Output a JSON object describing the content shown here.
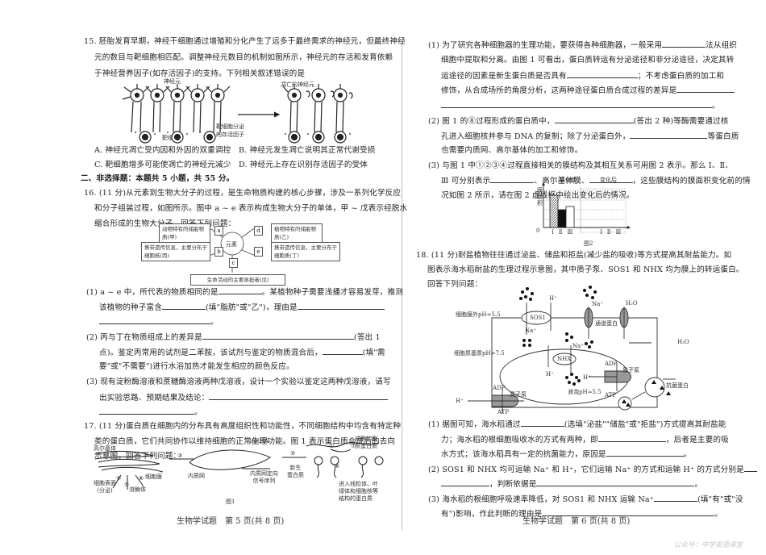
{
  "left_page": {
    "q15": {
      "line1": "15. 胚胎发育早期，神经干细胞通过增殖和分化产生了远多于最终需求的神经元，但最终神经",
      "line2": "元的数目与靶细胞相匹配。调整神经元数目的机制如图所示，神经元的存活和发育依赖",
      "line3": "于神经营养因子(如存活因子)的支持。下列相关叙述错误的是",
      "figure": {
        "label_neuron": "神经元",
        "label_dead_neuron": "凋亡的神经元",
        "label_target_cell": "靶细胞",
        "label_survival_factor_1": "靶细胞分泌",
        "label_survival_factor_2": "的存活因子"
      },
      "options": {
        "A": "A. 神经元凋亡受内因和外因的双重调控",
        "B": "B. 神经元发生凋亡说明其正常代谢受损",
        "C": "C. 靶细胞增多可能使凋亡的神经元减少",
        "D": "D. 神经元上存在识别存活因子的受体"
      }
    },
    "section2_heading": "二、非选择题：本题共 5 小题，共 55 分。",
    "q16": {
      "line1": "16. (11 分)从元素到生物大分子的过程，是生命物质构建的核心步骤，涉及一系列化学反应",
      "line2": "和分子组装过程，如图所示。图中 a ~ e 表示构成生物大分子的单体，甲 ~ 戊表示经脱水",
      "line3": "缩合形成的生物大分子。回答下列问题：",
      "figure": {
        "center": "元素",
        "box_jia": "动物特有的储能物质(甲)",
        "box_yi": "植物特有的储能物质(乙)",
        "box_bing": "携带遗传信息，主要分布于细胞核(丙)",
        "box_ding": "携带遗传信息，主要分布于细胞质(丁)",
        "box_wu": "生命活动的主要承担者(戊)",
        "monomers": [
          "a",
          "b",
          "c",
          "d",
          "e"
        ]
      },
      "sub1_line1a": "(1) a ~ e 中，所代表的物质相同的是",
      "sub1_line1b": "。某植物种子需要浅播才容易发芽，推测",
      "sub1_line2a": "该植物的种子富含",
      "sub1_line2b": "(填\"脂肪\"或\"乙\")，理由是",
      "sub1_line3": "。",
      "sub2_line1a": "(2) 丙与丁在物质组成上的差异是",
      "sub2_line1b": "(答出 1",
      "sub2_line2a": "点)。鉴定丙常用的试剂是二苯胺，该试剂与鉴定的物质混合后，",
      "sub2_line2b": "(填\"需",
      "sub2_line3": "要\"或\"不需要\")进行水浴加热才能发生相应的颜色反应。",
      "sub3_line1": "(3) 现有淀粉酶溶液和蔗糖酶溶液两种戊溶液，设计一个实验以鉴定这两种戊溶液，请写",
      "sub3_line2": "出实验思路、预期结果及结论：",
      "sub3_line3": "。"
    },
    "q17": {
      "line1": "17. (11 分)蛋白质在细胞内的分布具有高度组织性和功能性，不同细胞结构中均含有特定种",
      "line2": "类的蛋白质，它们共同协作以维持细胞的正常生理功能。图 1 表示蛋白质合成后的去向",
      "line3": "示意图。回答下列问题：",
      "figure": {
        "golgi": "高尔基体",
        "er": "内质网",
        "mrna": "mRNA",
        "signal_seq_1": "内质网定向",
        "signal_seq_2": "信号序列",
        "new_protein_1": "新生",
        "new_protein_2": "蛋白质",
        "mature_1": "成熟的胞",
        "mature_2": "质蛋白质",
        "cell_surface_1": "细胞表面",
        "cell_surface_2": "(分泌)",
        "lysosome": "溶酶体",
        "membrane": "细胞膜",
        "organelle_1": "进入线粒体、叶",
        "organelle_2": "绿体和细胞核等",
        "organelle_3": "结构的蛋白质",
        "steps": [
          "①",
          "②",
          "③",
          "④",
          "⑤",
          "⑥",
          "⑦",
          "⑧"
        ],
        "caption": "图1"
      }
    },
    "footer": "生物学试题　第 5 页(共 8 页)"
  },
  "right_page": {
    "q17_cont": {
      "sub1_line1a": "(1) 为了研究各种细胞器的生理功能，要获得各种细胞器，一般采用",
      "sub1_line1b": "法从组织",
      "sub1_line2": "细胞中提取和分离。由图 1 可看出，蛋白质转运有分泌途径和非分泌途径，决定其转",
      "sub1_line3a": "运途径的因素是新生蛋白质是否具有",
      "sub1_line3b": "；不考虑蛋白质的加工和",
      "sub1_line4": "修饰，从合成场所的角度分析，这两种途径蛋白质合成过程的差异是",
      "sub1_line5": "。",
      "sub2_line1a": "(2) 图 1 的⑧过程形成的蛋白质中，",
      "sub2_line1b": "(答出 2 种)等酶需要通过核",
      "sub2_line2a": "孔进入细胞核并参与 DNA 的复制；除了分泌蛋白外，",
      "sub2_line2b": "等蛋白质",
      "sub2_line3": "也需要内质网、高尔基体的加工和修饰。",
      "sub3_line1": "(3) 与图 1 中①②③④过程直接相关的膜结构及其相互关系可用图 2 表示。那么 Ⅰ、Ⅱ、",
      "sub3_line2a": "Ⅲ 可分别表示",
      "sub3_line2b": "、高尔基体膜、",
      "sub3_line2c": "，这些膜结构的膜面积变化前的情",
      "sub3_line3": "况如图 2 所示，请在图 2 虚线框中绘出变化后的情况。"
    },
    "chart_data": {
      "type": "bar",
      "title": "图2",
      "subtitles": [
        "变化前",
        "变化后"
      ],
      "ylabel": "膜面积",
      "origin_label": "0",
      "categories": [
        "Ⅰ",
        "Ⅱ",
        "Ⅲ"
      ],
      "series": [
        {
          "name": "变化前",
          "values": [
            4,
            2.2,
            2.6
          ],
          "fills": [
            "hatched",
            "#111111",
            "#ffffff"
          ]
        },
        {
          "name": "变化后",
          "values": [
            null,
            null,
            null
          ]
        }
      ],
      "grid": "dashed",
      "ylim": [
        0,
        5
      ]
    },
    "q18": {
      "line1": "18. (11 分)耐盐植物往往通过泌盐、储盐和拒盐(减少盐的吸收)等方式提高其耐盐能力。如",
      "line2": "图表示海水稻耐盐的生理过程示意图，其中质子泵、SOS1 和 NHX 均为膜上的转运蛋白。",
      "line3": "回答下列问题：",
      "figure": {
        "outside_ph": "细胞膜外pH≈5.5",
        "cytoplasm_ph": "细胞质基质pH≈7.5",
        "vacuole_ph": "液泡pH≈5.5",
        "sos1": "SOS1",
        "nhx": "NHX",
        "channel": "通道蛋白",
        "proton_pump": "质子泵",
        "antibacterial": "抗菌蛋白",
        "na": "Na⁺",
        "h": "H⁺",
        "h2o": "H₂O",
        "adp": "ADP",
        "atp": "ATP"
      },
      "sub1_line1a": "(1) 据图可知，海水稻通过",
      "sub1_line1b": "(选填\"泌盐\"\"储盐\"或\"拒盐\")方式提高其耐盐能",
      "sub1_line2a": "力；海水稻的根细胞吸收水的方式有两种，即",
      "sub1_line2b": "，后者是主要的吸",
      "sub1_line3a": "水方式；该海水稻具有一定的抗菌能力，原因是",
      "sub1_line3b": "。",
      "sub2_line1": "(2) SOS1 和 NHX 均可运输 Na⁺ 和 H⁺，它们运输 Na⁺ 的方式和运输 H⁺ 的方式分别是",
      "sub2_line2a": "，判断依据是",
      "sub2_line2b": "。",
      "sub3_line1a": "(3) 海水稻的根细胞呼吸速率降低，对 SOS1 和 NHX 运输 Na⁺",
      "sub3_line1b": "(填\"有\"或\"没",
      "sub3_line2a": "有\")影响，作此判断的理由是",
      "sub3_line2b": "。"
    },
    "footer": "生物学试题　第 6 页(共 8 页)",
    "watermark": "公众号：中学英语课堂"
  }
}
